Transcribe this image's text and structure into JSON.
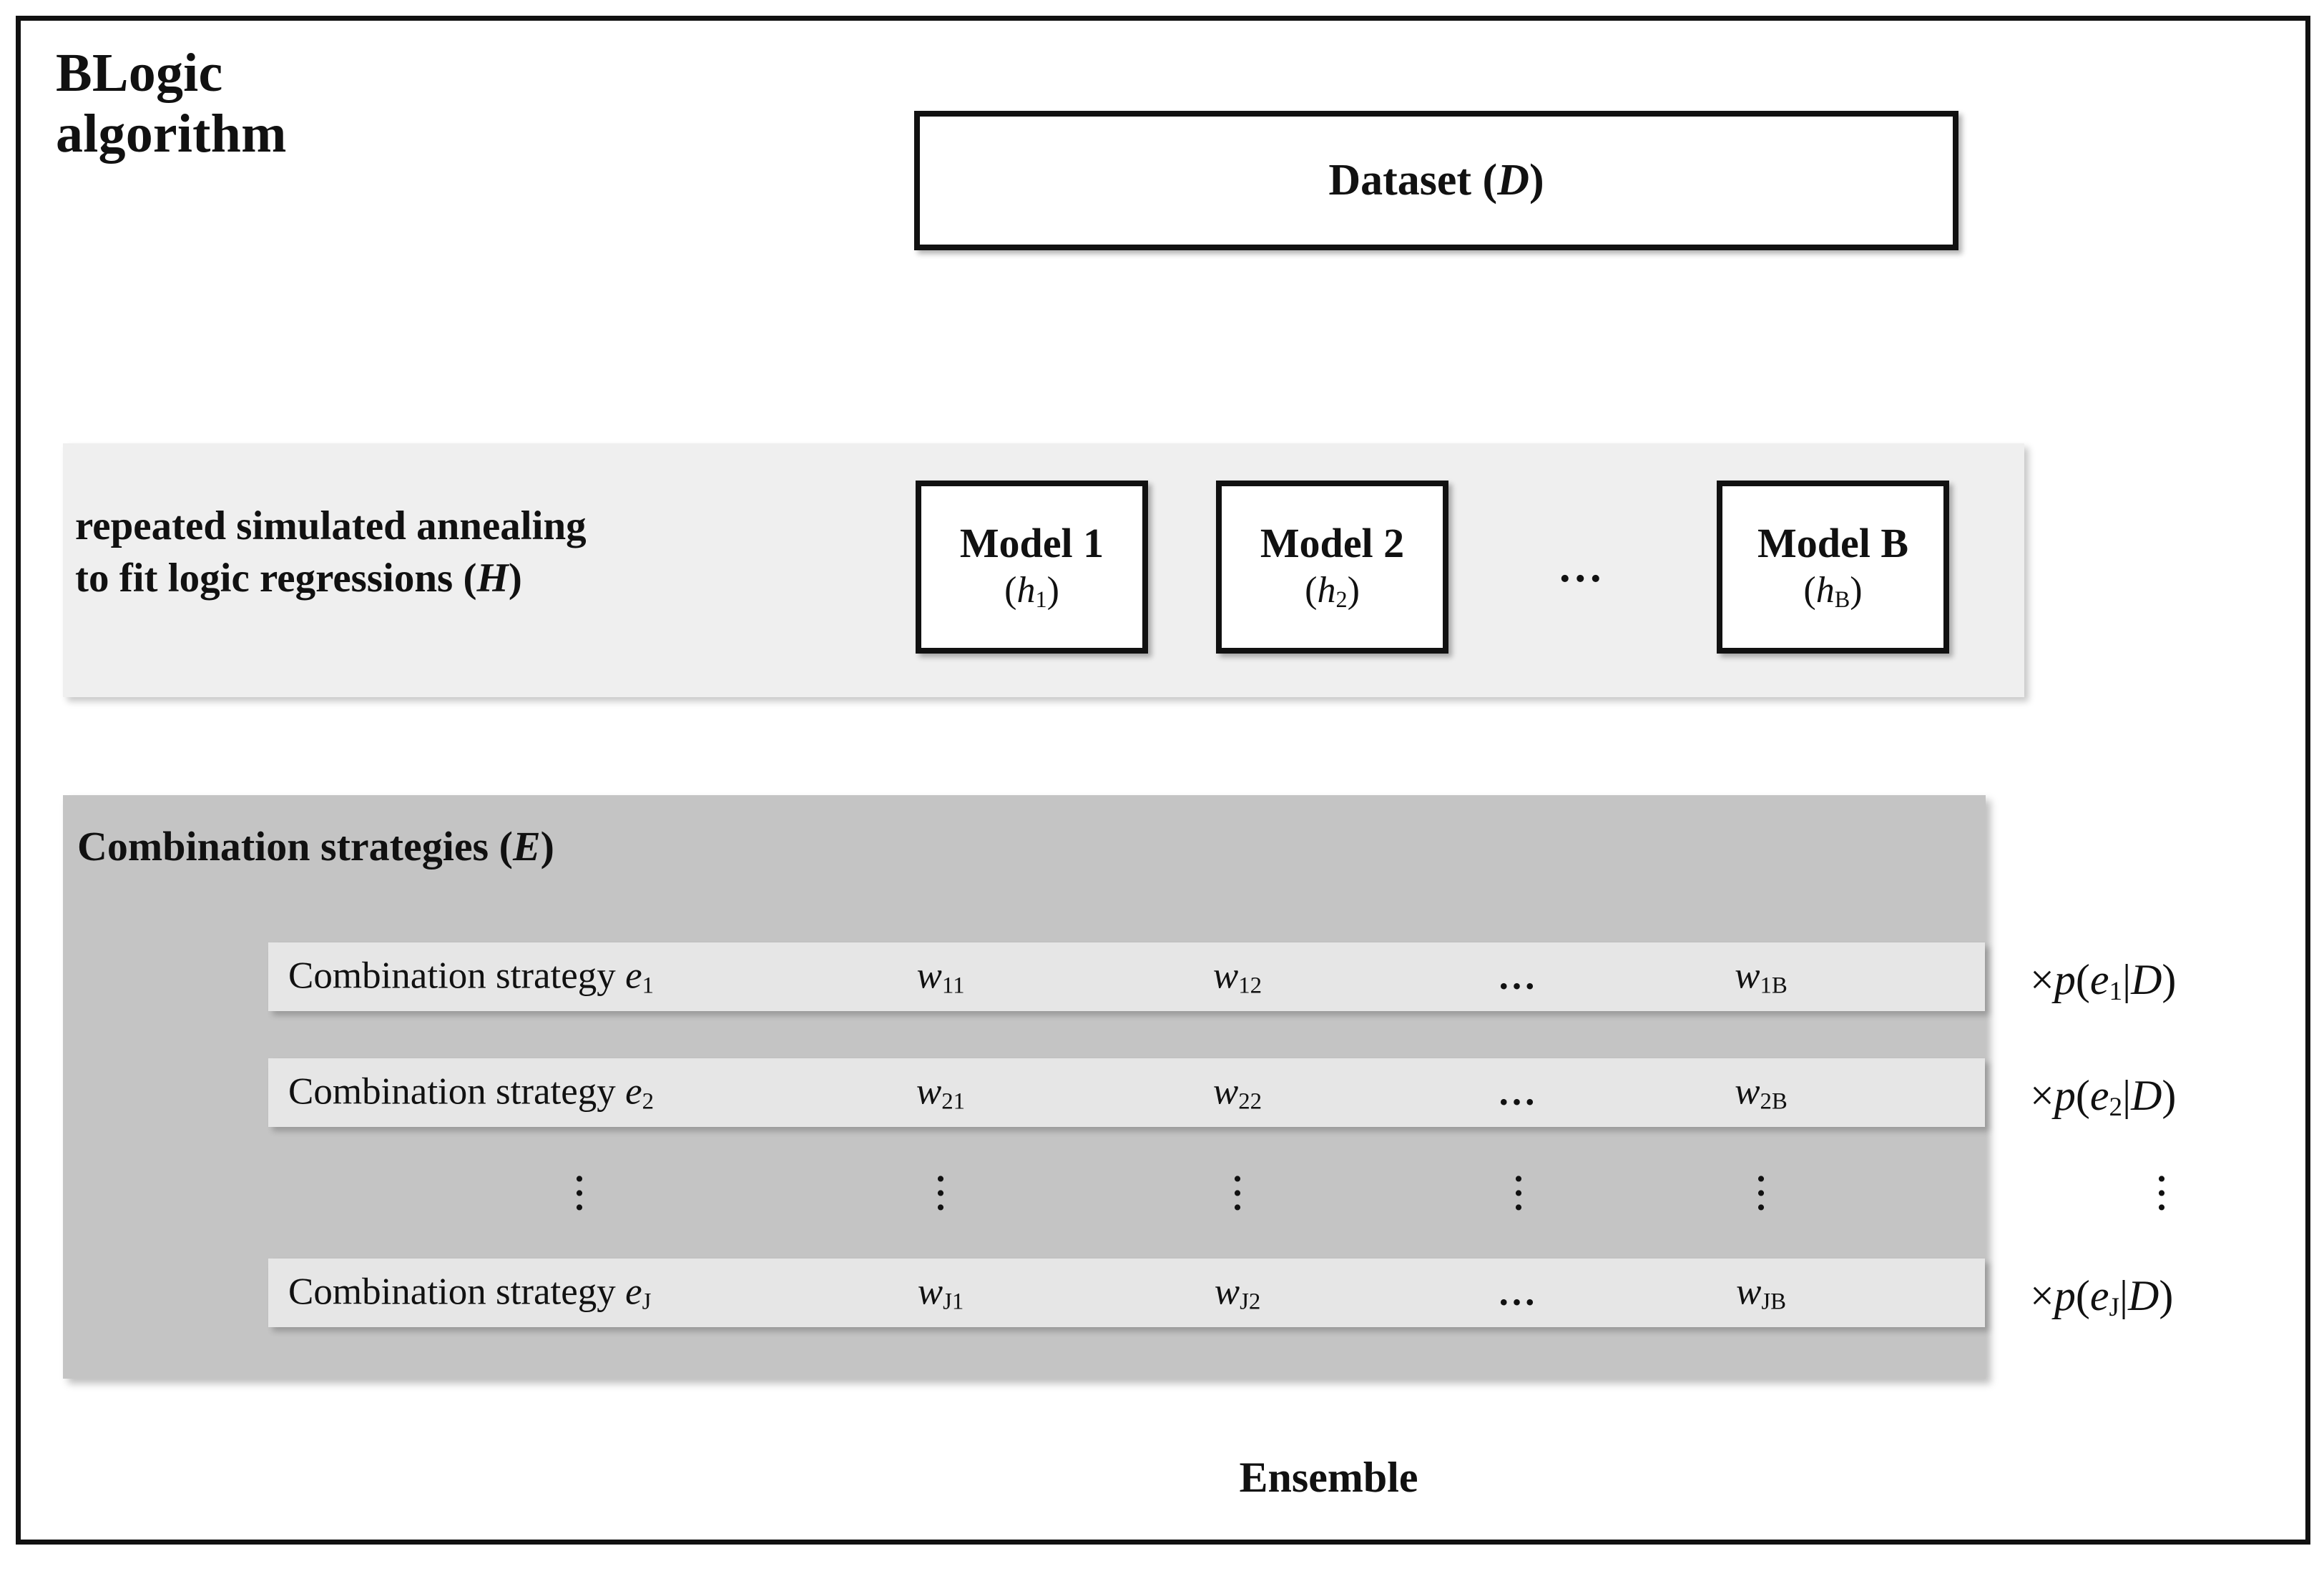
{
  "figure": {
    "title_lines": [
      "BLogic",
      "algorithm"
    ],
    "dataset_box": {
      "label": "Dataset (D)",
      "symbol": "D"
    },
    "h_band": {
      "label_lines": [
        "repeated simulated annealing",
        "to fit logic regressions (H)"
      ],
      "symbol": "H",
      "models": [
        {
          "name": "Model 1",
          "symbol": "(h1)",
          "base": "h",
          "sub": "1"
        },
        {
          "name": "Model 2",
          "symbol": "(h2)",
          "base": "h",
          "sub": "2"
        },
        {
          "name": "Model B",
          "symbol": "(hB)",
          "base": "h",
          "sub": "B"
        }
      ],
      "models_ellipsis": "..."
    },
    "e_band": {
      "label": "Combination strategies (E)",
      "symbol": "E",
      "column_ellipsis": "...",
      "vertical_ellipsis": "⋮",
      "rows": [
        {
          "name": "Combination strategy e1",
          "name_text": "Combination strategy ",
          "name_sub_base": "e",
          "name_sub": "1",
          "weights": [
            "w11",
            "w12",
            "w1B"
          ],
          "w_parts": [
            {
              "base": "w",
              "sub": "11"
            },
            {
              "base": "w",
              "sub": "12"
            },
            {
              "base": "w",
              "sub": "1B"
            }
          ],
          "probability": "×p(e1|D)",
          "prob_parts": {
            "pre": "×p(e",
            "sub": "1",
            "post": "|D)"
          }
        },
        {
          "name": "Combination strategy e2",
          "name_text": "Combination strategy ",
          "name_sub_base": "e",
          "name_sub": "2",
          "weights": [
            "w21",
            "w22",
            "w2B"
          ],
          "w_parts": [
            {
              "base": "w",
              "sub": "21"
            },
            {
              "base": "w",
              "sub": "22"
            },
            {
              "base": "w",
              "sub": "2B"
            }
          ],
          "probability": "×p(e2|D)",
          "prob_parts": {
            "pre": "×p(e",
            "sub": "2",
            "post": "|D)"
          }
        },
        {
          "name": "Combination strategy eJ",
          "name_text": "Combination strategy ",
          "name_sub_base": "e",
          "name_sub": "J",
          "weights": [
            "wJ1",
            "wJ2",
            "wJB"
          ],
          "w_parts": [
            {
              "base": "w",
              "sub": "J1"
            },
            {
              "base": "w",
              "sub": "J2"
            },
            {
              "base": "w",
              "sub": "JB"
            }
          ],
          "probability": "×p(eJ|D)",
          "prob_parts": {
            "pre": "×p(e",
            "sub": "J",
            "post": "|D)"
          }
        }
      ]
    },
    "ensemble": {
      "label": "Ensemble"
    }
  },
  "colors": {
    "frame": "#111111",
    "h_band_bg": "#efefef",
    "e_band_bg": "#c4c4c4",
    "row_bg": "#e6e6e6",
    "page_bg": "#ffffff",
    "text": "#111111"
  }
}
